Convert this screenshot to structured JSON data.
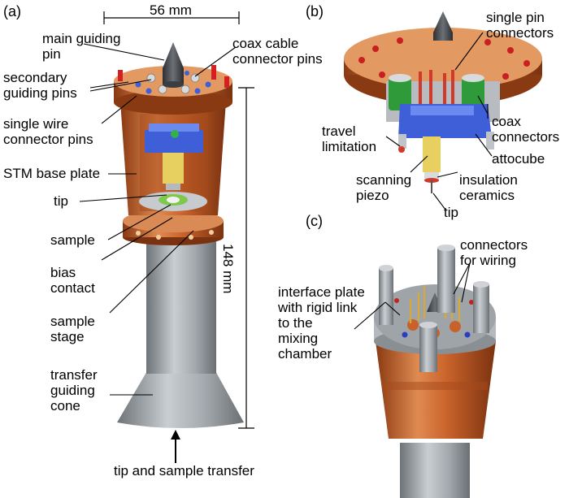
{
  "panels": {
    "a": "(a)",
    "b": "(b)",
    "c": "(c)"
  },
  "dims": {
    "width": "56 mm",
    "height": "148 mm"
  },
  "labels_a": {
    "main_pin": "main guiding\npin",
    "secondary_pins": "secondary\nguiding pins",
    "single_wire": "single wire\nconnector pins",
    "base_plate": "STM base plate",
    "tip": "tip",
    "sample": "sample",
    "bias": "bias\ncontact",
    "stage": "sample\nstage",
    "cone": "transfer\nguiding\ncone",
    "coax_pins": "coax cable\nconnector pins",
    "transfer": "tip and sample transfer"
  },
  "labels_b": {
    "single_pin": "single pin\nconnectors",
    "coax": "coax\nconnectors",
    "travel": "travel\nlimitation",
    "attocube": "attocube",
    "scanning": "scanning\npiezo",
    "insulation": "insulation\nceramics",
    "tip": "tip"
  },
  "labels_c": {
    "wiring": "connectors\nfor wiring",
    "interface": "interface plate\nwith rigid link\nto the\nmixing\nchamber"
  },
  "colors": {
    "copper": "#c8622a",
    "steel": "#8f959b",
    "blue": "#3f5fd8",
    "green": "#2f9a3a"
  }
}
